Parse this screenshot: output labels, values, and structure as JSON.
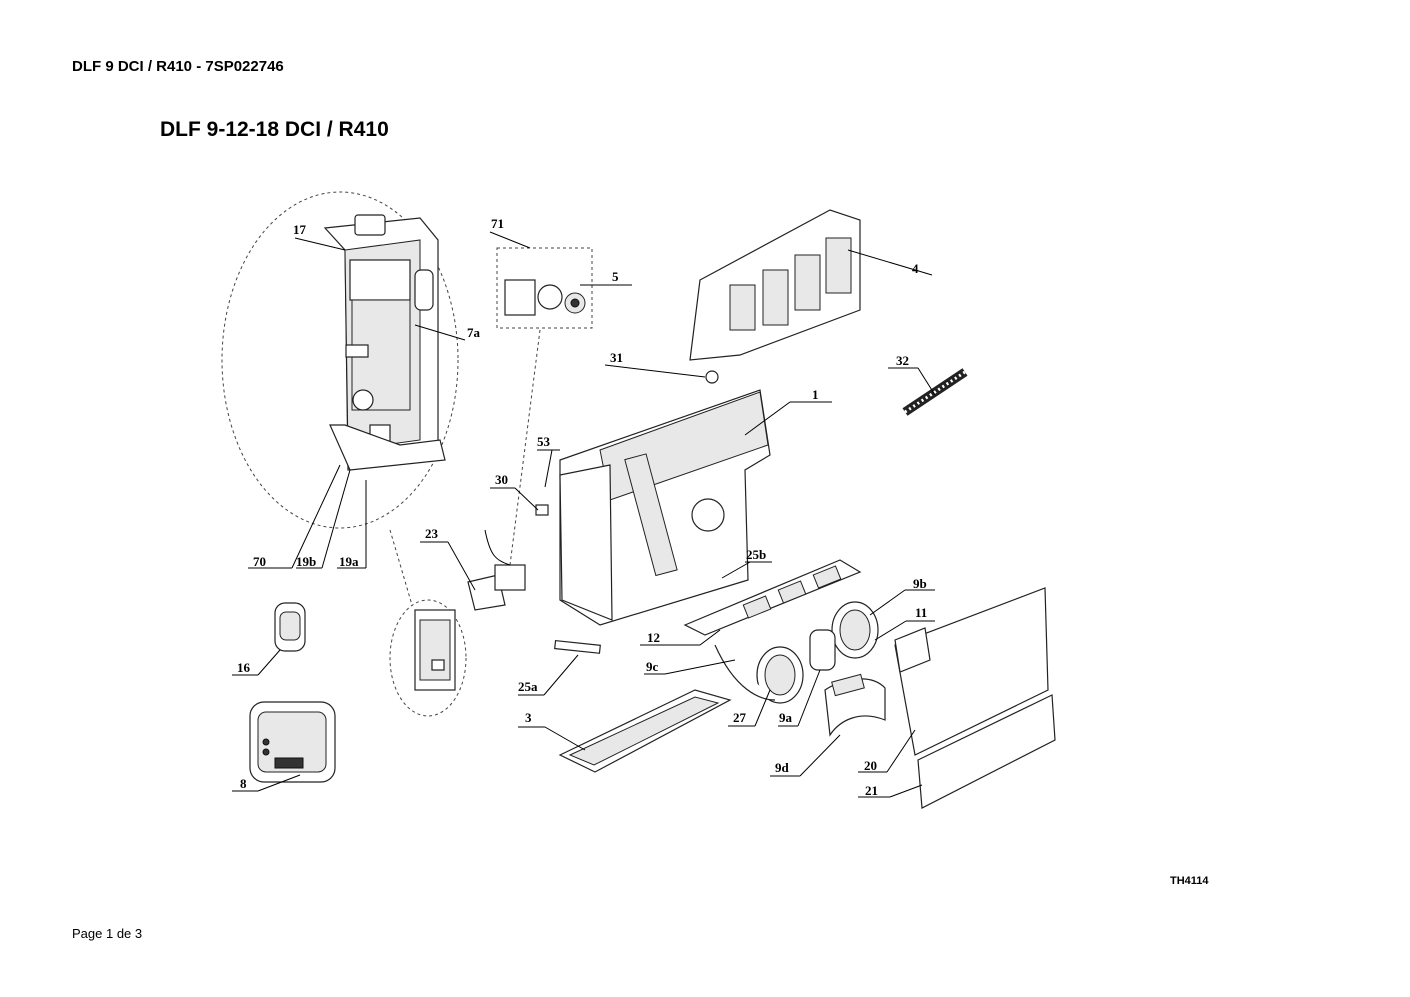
{
  "header": {
    "model": "DLF 9 DCI / R410 - 7SP022746"
  },
  "diagram": {
    "title": "DLF 9-12-18 DCI / R410",
    "reference_code": "TH4114",
    "callouts": {
      "c17": "17",
      "c71": "71",
      "c5": "5",
      "c4": "4",
      "c7a": "7a",
      "c31": "31",
      "c32": "32",
      "c1": "1",
      "c53": "53",
      "c30": "30",
      "c23": "23",
      "c25b": "25b",
      "c70": "70",
      "c19b": "19b",
      "c19a": "19a",
      "c9b": "9b",
      "c11": "11",
      "c12": "12",
      "c16": "16",
      "c9c": "9c",
      "c25a": "25a",
      "c27": "27",
      "c9a": "9a",
      "c3": "3",
      "c20": "20",
      "c9d": "9d",
      "c8": "8",
      "c21": "21"
    }
  },
  "footer": {
    "page": "Page 1 de 3"
  }
}
